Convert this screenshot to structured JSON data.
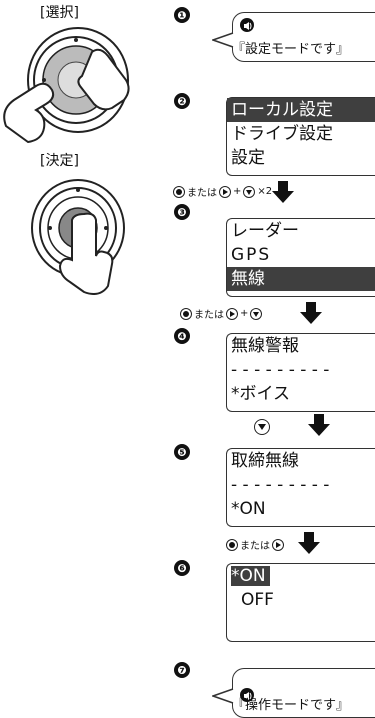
{
  "left_panel": {
    "select_label": "[選択]",
    "decide_label": "[決定]"
  },
  "steps": {
    "s1": {
      "num": "❶",
      "bubble": "『設定モードです』"
    },
    "s2": {
      "num": "❷",
      "rows": [
        "ローカル設定",
        "ドライブ設定",
        "設定"
      ],
      "highlight": 0
    },
    "s3": {
      "num": "❸",
      "rows": [
        "レーダー",
        "GPS",
        "無線"
      ],
      "highlight": 2
    },
    "s4": {
      "num": "❹",
      "rows": [
        "無線警報",
        "- - - - - - - - -",
        "*ボイス"
      ]
    },
    "s5": {
      "num": "❺",
      "rows": [
        "取締無線",
        "- - - - - - - - -",
        "*ON"
      ]
    },
    "s6": {
      "num": "❻",
      "rows": [
        "*ON",
        "OFF"
      ]
    },
    "s7": {
      "num": "❼",
      "bubble": "『操作モードです』"
    }
  },
  "ops": {
    "op1": {
      "or": "または",
      "plus": "+",
      "times": "×2"
    },
    "op2": {
      "or": "または",
      "plus": "+"
    },
    "op3": {
      "or": "または"
    }
  },
  "icons": [
    "speaker-icon",
    "center-button-icon",
    "right-button-icon",
    "down-button-icon",
    "down-arrow-icon",
    "hand-icon",
    "dial-icon"
  ]
}
